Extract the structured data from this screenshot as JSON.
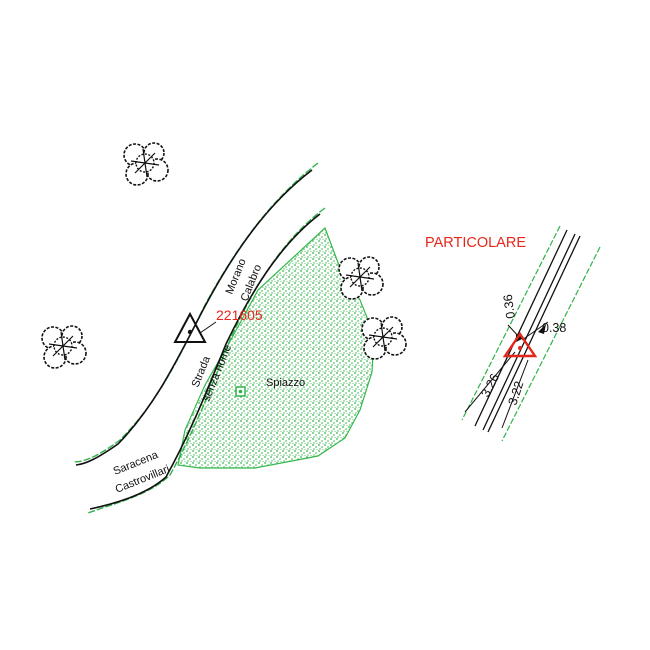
{
  "colors": {
    "background": "#ffffff",
    "ink": "#111111",
    "road_edge": "#2fb24a",
    "vegetation_fill": "#35b84d",
    "accent_red": "#e5271b"
  },
  "icons": [
    "tree-symbol-icon",
    "survey-triangle-icon",
    "point-square-icon"
  ],
  "map": {
    "point_id": "221605",
    "road_label_1": "Morano",
    "road_label_2": "Calabro",
    "road_name_1": "Strada",
    "road_name_2": "senza nome",
    "town_1": "Saracena",
    "town_2": "Castrovillari",
    "clearing": "Spiazzo"
  },
  "detail": {
    "title": "PARTICOLARE",
    "dim_036": "0.36",
    "dim_038": "0.38",
    "dim_326": "3.26",
    "dim_322": "3.22"
  }
}
